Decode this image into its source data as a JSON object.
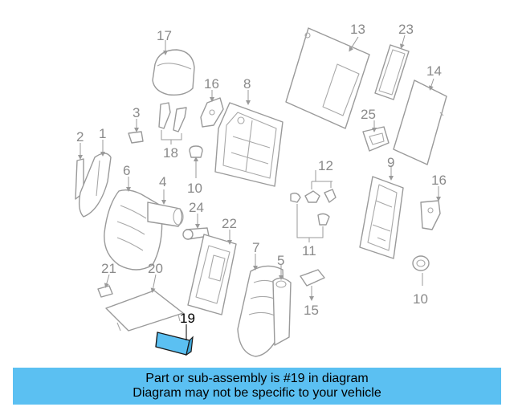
{
  "diagram": {
    "callouts": [
      "17",
      "13",
      "23",
      "16",
      "8",
      "14",
      "3",
      "2",
      "1",
      "25",
      "18",
      "6",
      "4",
      "10",
      "12",
      "9",
      "16",
      "24",
      "22",
      "10",
      "11",
      "21",
      "20",
      "7",
      "5",
      "15",
      "10",
      "19"
    ],
    "highlighted_part": "19",
    "highlight_color": "#5bc0f2"
  },
  "banner": {
    "line1": "Part or sub-assembly is #19 in diagram",
    "line2": "Diagram may not be specific to your vehicle"
  }
}
